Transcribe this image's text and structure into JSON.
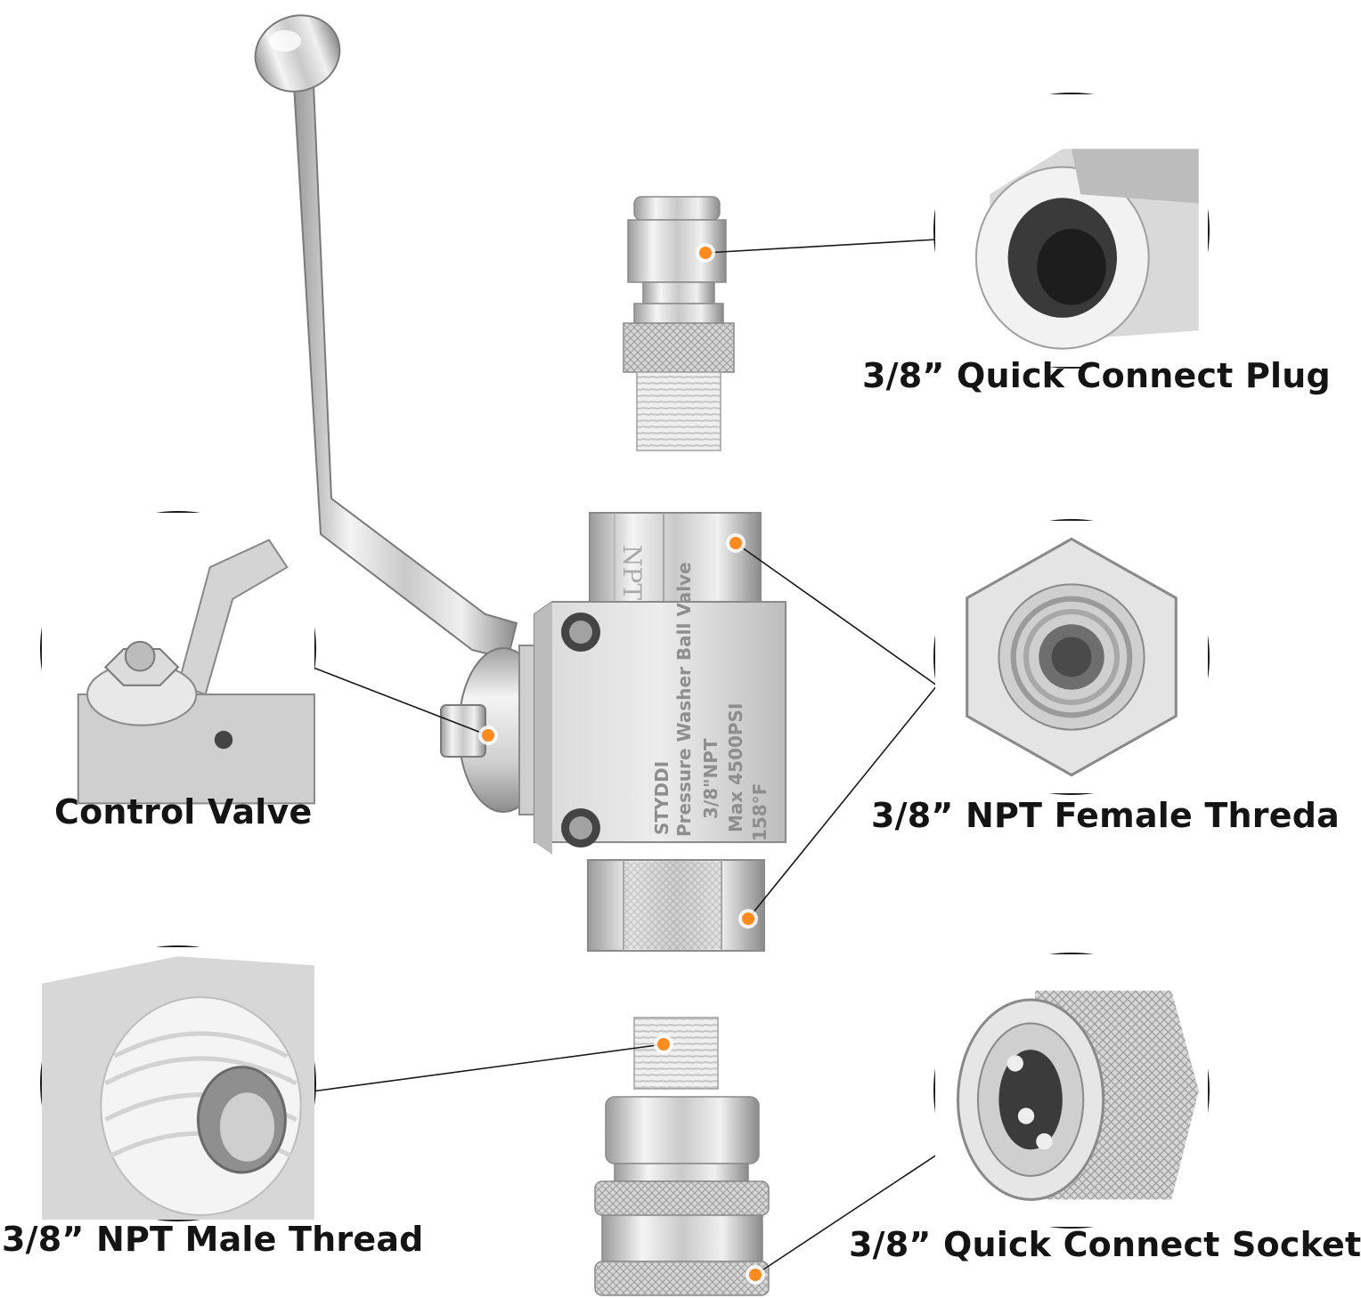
{
  "labels": {
    "plug": "3/8” Quick Connect Plug",
    "valve": "Control Valve",
    "female": "3/8” NPT Female Threda",
    "male": "3/8” NPT Male Thread",
    "socket": "3/8” Quick Connect Socket"
  },
  "valve_markings": {
    "npt": "NPT",
    "brand": "STYDDI",
    "name": "Pressure Washer Ball Valve",
    "size": "3/8\"NPT",
    "pressure": "Max 4500PSI",
    "temp": "158°F"
  },
  "colors": {
    "accent_dot": "#ff8a1f",
    "steel_light": "#eeeeee",
    "steel_dark": "#8c8c8c",
    "line": "#1a1a1a"
  }
}
